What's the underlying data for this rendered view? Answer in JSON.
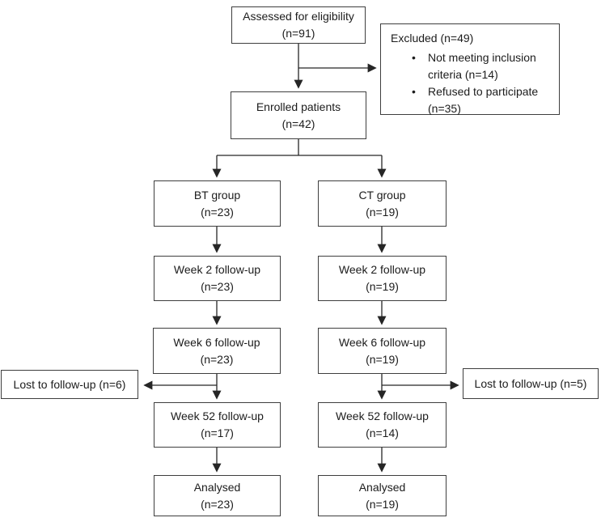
{
  "colors": {
    "box_border": "#3e3e3e",
    "box_background": "#ffffff",
    "text": "#1c1c1c",
    "connector_line": "#262626",
    "page_background": "#ffffff"
  },
  "boxes": {
    "assessed": {
      "line1": "Assessed for eligibility",
      "line2": "(n=91)"
    },
    "excluded": {
      "title": "Excluded (n=49)",
      "items": [
        "Not meeting inclusion criteria (n=14)",
        "Refused to participate (n=35)"
      ]
    },
    "enrolled": {
      "line1": "Enrolled patients",
      "line2": "(n=42)"
    },
    "bt_group": {
      "line1": "BT group",
      "line2": "(n=23)"
    },
    "ct_group": {
      "line1": "CT group",
      "line2": "(n=19)"
    },
    "bt_week2": {
      "line1": "Week 2 follow-up",
      "line2": "(n=23)"
    },
    "ct_week2": {
      "line1": "Week 2 follow-up",
      "line2": "(n=19)"
    },
    "bt_week6": {
      "line1": "Week 6 follow-up",
      "line2": "(n=23)"
    },
    "ct_week6": {
      "line1": "Week 6 follow-up",
      "line2": "(n=19)"
    },
    "lost_left": {
      "label": "Lost to follow-up (n=6)"
    },
    "lost_right": {
      "label": "Lost to follow-up (n=5)"
    },
    "bt_week52": {
      "line1": "Week 52 follow-up",
      "line2": "(n=17)"
    },
    "ct_week52": {
      "line1": "Week 52 follow-up",
      "line2": "(n=14)"
    },
    "bt_analysed": {
      "line1": "Analysed",
      "line2": "(n=23)"
    },
    "ct_analysed": {
      "line1": "Analysed",
      "line2": "(n=19)"
    }
  }
}
